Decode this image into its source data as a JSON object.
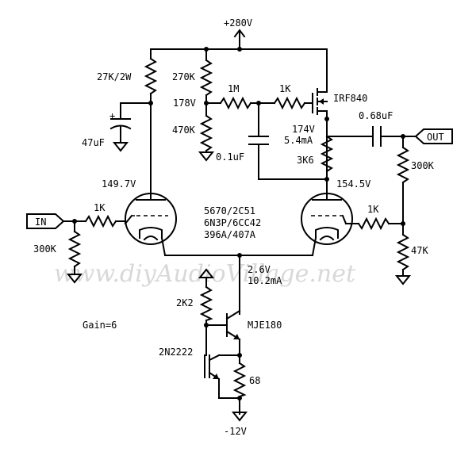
{
  "supply": {
    "positive": "+280V",
    "negative": "-12V"
  },
  "ports": {
    "input": "IN",
    "output": "OUT"
  },
  "tube_types": [
    "5670/2C51",
    "6N3P/6CC42",
    "396A/407A"
  ],
  "gain": "Gain=6",
  "watermark": "www.diyAudioVillage.net",
  "components": {
    "r_plate_left": "27K/2W",
    "c_decouple": "47uF",
    "r_div_top": "270K",
    "r_div_bottom": "470K",
    "r_1m": "1M",
    "r_1k_gate": "1K",
    "mosfet": "IRF840",
    "c_filter": "0.1uF",
    "c_out": "0.68uF",
    "r_source": "3K6",
    "r_out_bias": "300K",
    "r_in_grid": "1K",
    "r_in_bias": "300K",
    "r_grid_right": "1K",
    "r_right_grid_bottom": "47K",
    "r_ccs_base": "2K2",
    "q_ccs_main": "MJE180",
    "q_ccs_sense": "2N2222",
    "r_ccs_sense": "68"
  },
  "voltages": {
    "div_node": "178V",
    "left_plate": "149.7V",
    "mosfet_source": "174V",
    "mosfet_current": "5.4mA",
    "right_plate": "154.5V",
    "cathode": "2.6V",
    "cathode_current": "10.2mA"
  }
}
